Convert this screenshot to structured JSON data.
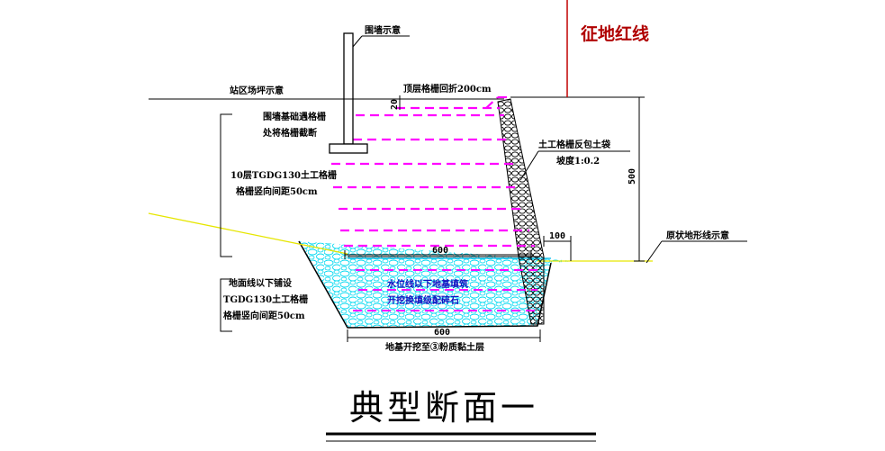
{
  "drawing": {
    "title": "典型断面一",
    "boundary_label": "征地红线",
    "labels": {
      "fence": "围墙示意",
      "site_level": "站区场坪示意",
      "top_wrap": "顶层格栅回折200cm",
      "fence_base_1": "围墙基础遇格栅",
      "fence_base_2": "处将格栅截断",
      "layers_1": "10层TGDG130土工格栅",
      "layers_2": "格栅竖向间距50cm",
      "facing_1": "土工格栅反包土袋",
      "facing_2": "坡度1:0.2",
      "original_ground": "原状地形线示意",
      "below_ground_1": "地面线以下铺设",
      "below_ground_2": "TGDG130土工格栅",
      "below_ground_3": "格栅竖向间距50cm",
      "fill_1": "水位线以下地基填筑",
      "fill_2": "开挖换填级配碎石",
      "foundation": "地基开挖至③粉质黏土层"
    },
    "dimensions": {
      "top_step": "20",
      "height": "500",
      "toe_offset": "100",
      "upper_width": "600",
      "lower_width": "600"
    },
    "colors": {
      "geogrid": "#ff00ff",
      "gravel": "#00e5ff",
      "boundary": "#c00000",
      "ground": "#e6e600",
      "linework": "#000000"
    }
  }
}
